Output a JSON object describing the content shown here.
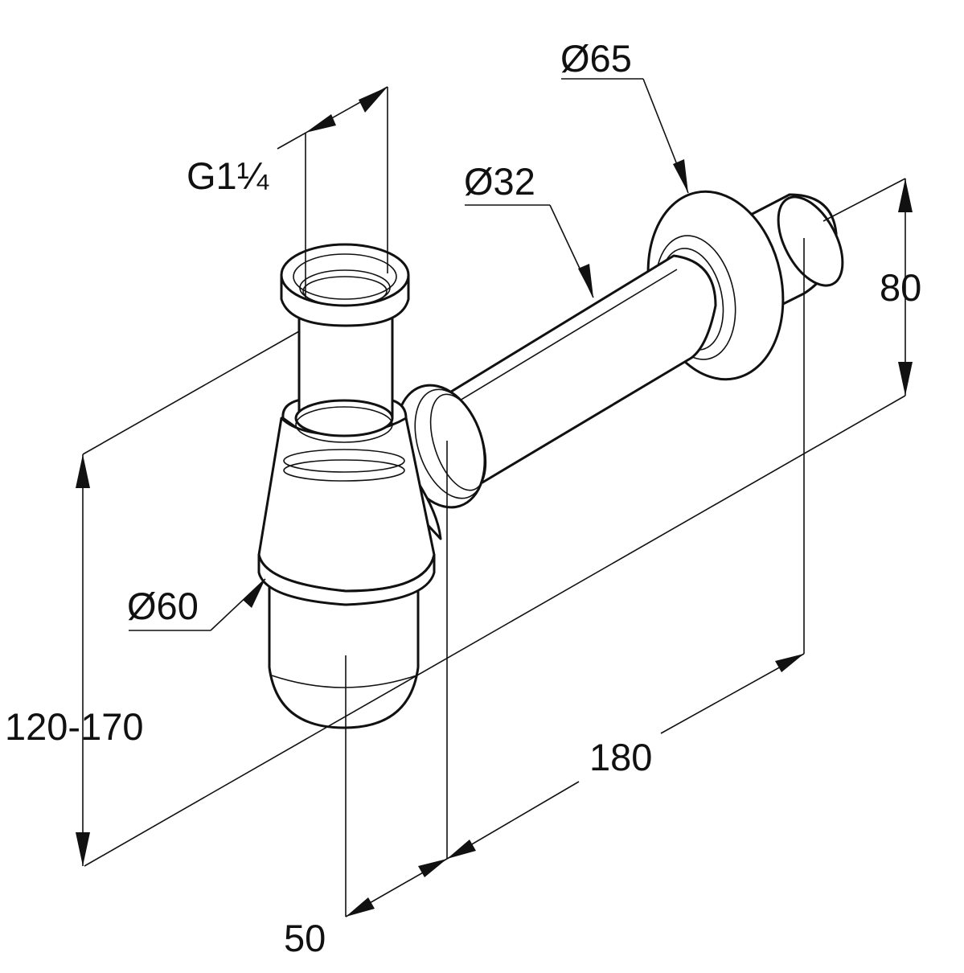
{
  "diagram": {
    "dimensions": {
      "thread": "G1¼",
      "pipe_diameter": "Ø32",
      "rosette_diameter": "Ø65",
      "wall_height": "80",
      "bottle_diameter": "Ø60",
      "height_range": "120-170",
      "length": "180",
      "offset": "50"
    }
  }
}
